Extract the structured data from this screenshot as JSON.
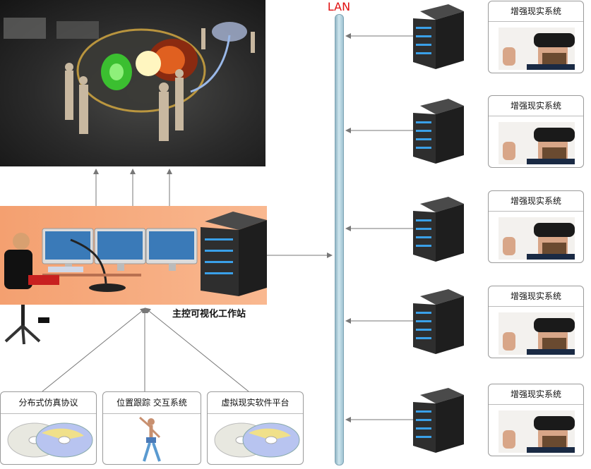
{
  "lan": {
    "label": "LAN"
  },
  "ar_systems": [
    {
      "label": "增强现实系统"
    },
    {
      "label": "增强现实系统"
    },
    {
      "label": "增强现实系统"
    },
    {
      "label": "增强现实系统"
    },
    {
      "label": "增强现实系统"
    }
  ],
  "workstation": {
    "label": "主控可视化工作站"
  },
  "bottom_modules": [
    {
      "label": "分布式仿真协议",
      "icon": "disc-icon"
    },
    {
      "label": "位置跟踪 交互系统",
      "icon": "dancer-icon"
    },
    {
      "label": "虚拟现实软件平台",
      "icon": "disc-icon"
    }
  ],
  "colors": {
    "lan_label": "#e01010",
    "workstation_bg": "#f4a070",
    "server_accent": "#3aa0e8"
  }
}
